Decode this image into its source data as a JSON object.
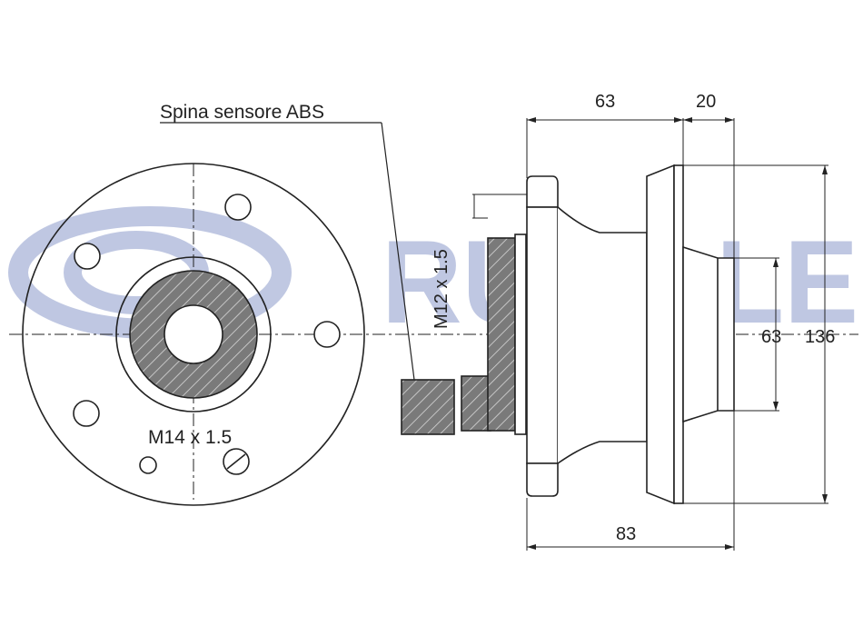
{
  "watermark": {
    "text": "RUVILLE",
    "color": "#b5bedd"
  },
  "labels": {
    "abs_sensor": "Spina sensore ABS",
    "thread_hub": "M14 x 1.5",
    "thread_flange": "M12 x 1.5"
  },
  "dimensions": {
    "hub_body_length": "63",
    "flange_width": "20",
    "total_length": "83",
    "spigot_diameter": "63",
    "flange_diameter": "136"
  },
  "colors": {
    "line": "#222222",
    "hatch_fill": "#7a7a7a"
  }
}
